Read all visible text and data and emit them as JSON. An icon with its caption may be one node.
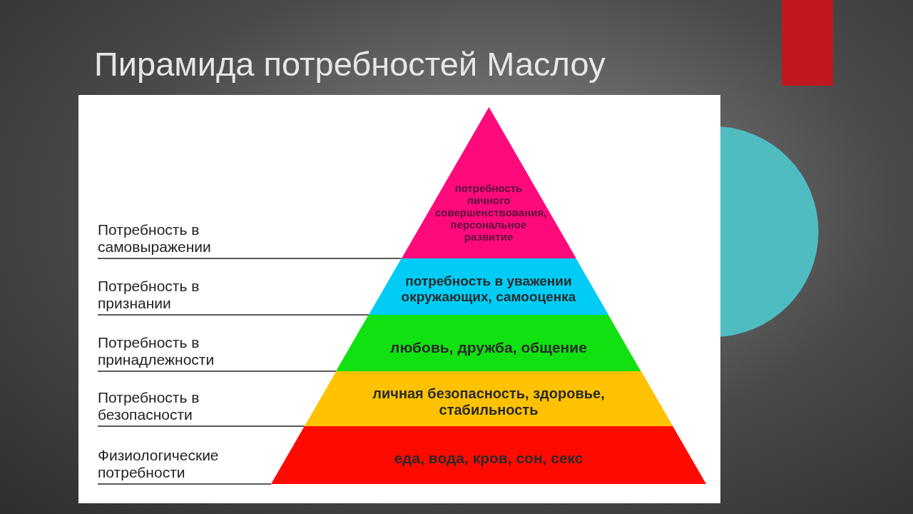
{
  "diagram": {
    "title": "Пирамида потребностей Маслоу",
    "nodes": [
      {
        "text": [
          "потребность личного совершенствования, персональное развитие"
        ]
      },
      {
        "text": [
          "потребность в уважении окружающих, самооценка"
        ]
      },
      {
        "text": [
          "любовь, дружба, общение"
        ]
      },
      {
        "text": [
          "личная безопасность, здоровье, стабильность"
        ]
      },
      {
        "text": [
          "еда, вода, кров, сон, секс"
        ]
      },
      {
        "text": [
          "Потребность в самовыражении"
        ]
      },
      {
        "text": [
          "Потребность в признании"
        ]
      },
      {
        "text": [
          "Потребность в принадлежности"
        ]
      },
      {
        "text": [
          "Потребность в безопасности"
        ]
      },
      {
        "text": [
          "Физиологические потребности"
        ]
      }
    ],
    "edges": [
      {
        "from": 5,
        "to": 0,
        "arrow": "none"
      },
      {
        "from": 6,
        "to": 1,
        "arrow": "none"
      },
      {
        "from": 7,
        "to": 2,
        "arrow": "none"
      },
      {
        "from": 8,
        "to": 3,
        "arrow": "none"
      },
      {
        "from": 9,
        "to": 4,
        "arrow": "none"
      }
    ]
  }
}
